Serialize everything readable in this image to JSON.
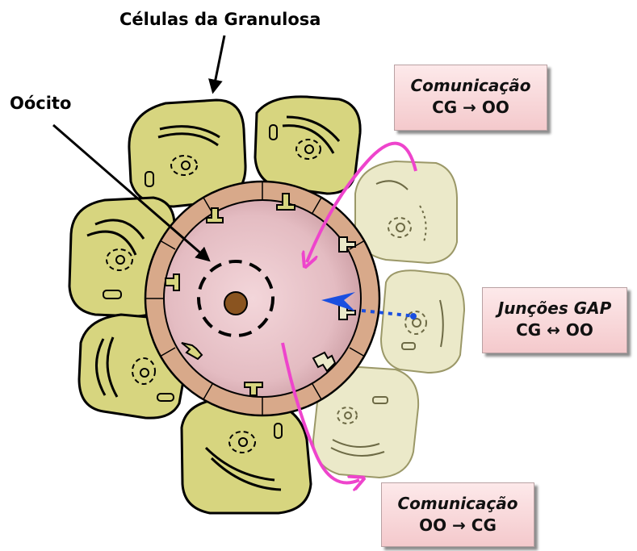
{
  "labels": {
    "granulosa": "Células da Granulosa",
    "oocyte": "Oócito"
  },
  "boxes": {
    "cg_to_oo": {
      "title": "Comunicação",
      "text": "CG → OO"
    },
    "gap": {
      "title": "Junções GAP",
      "text": "CG ↔ OO"
    },
    "oo_to_cg": {
      "title": "Comunicação",
      "text": "OO → CG"
    }
  },
  "colors": {
    "granulosa_cell": "#d7d57f",
    "granulosa_cell_pale": "#ebe9c9",
    "zona": "#d8a98a",
    "oocyte": "#e4bcc2",
    "nucleolus": "#8a5420",
    "magenta_arrow": "#ee44cc",
    "gap_arrow": "#1a4fe0",
    "label_box": "#f7d6d8"
  }
}
